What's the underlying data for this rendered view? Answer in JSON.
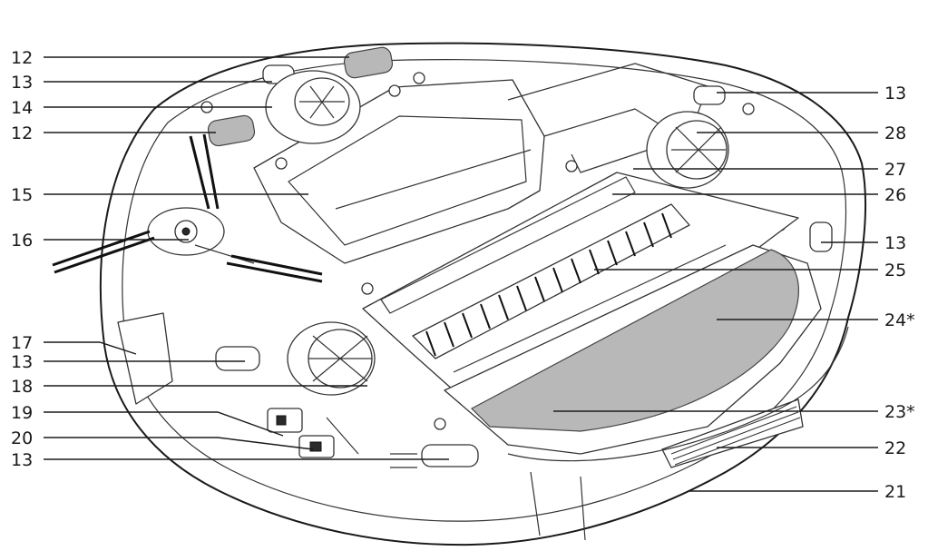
{
  "callouts": [
    {
      "id": "c12a",
      "label": "12"
    },
    {
      "id": "c13a",
      "label": "13"
    },
    {
      "id": "c14",
      "label": "14"
    },
    {
      "id": "c12b",
      "label": "12"
    },
    {
      "id": "c15",
      "label": "15"
    },
    {
      "id": "c16",
      "label": "16"
    },
    {
      "id": "c17",
      "label": "17"
    },
    {
      "id": "c13b",
      "label": "13"
    },
    {
      "id": "c18",
      "label": "18"
    },
    {
      "id": "c19",
      "label": "19"
    },
    {
      "id": "c20",
      "label": "20"
    },
    {
      "id": "c13c",
      "label": "13"
    },
    {
      "id": "c13d",
      "label": "13"
    },
    {
      "id": "c28",
      "label": "28"
    },
    {
      "id": "c27",
      "label": "27"
    },
    {
      "id": "c26",
      "label": "26"
    },
    {
      "id": "c13e",
      "label": "13"
    },
    {
      "id": "c25",
      "label": "25"
    },
    {
      "id": "c24",
      "label": "24*"
    },
    {
      "id": "c23",
      "label": "23*"
    },
    {
      "id": "c22",
      "label": "22"
    },
    {
      "id": "c21",
      "label": "21"
    }
  ]
}
